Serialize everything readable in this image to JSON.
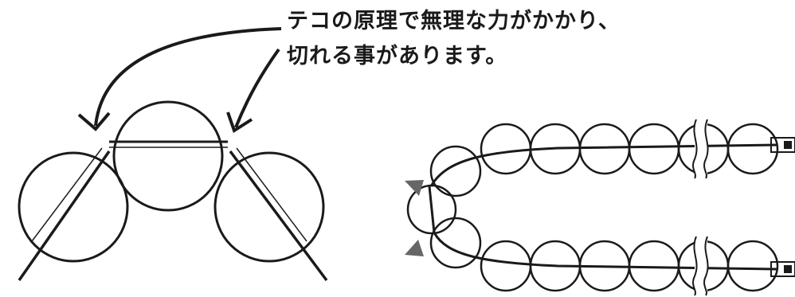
{
  "caption": {
    "line1": "テコの原理で無理な力がかかり、",
    "line2": "切れる事があります。"
  },
  "colors": {
    "ink": "#1a1a1a",
    "marker": "#666666",
    "background": "#ffffff"
  },
  "left_figure": {
    "beads": 3,
    "arrows": 2
  },
  "right_figure": {
    "strands": 2,
    "beads_per_strand": 7,
    "markers": 2,
    "break_symbols": 2
  }
}
